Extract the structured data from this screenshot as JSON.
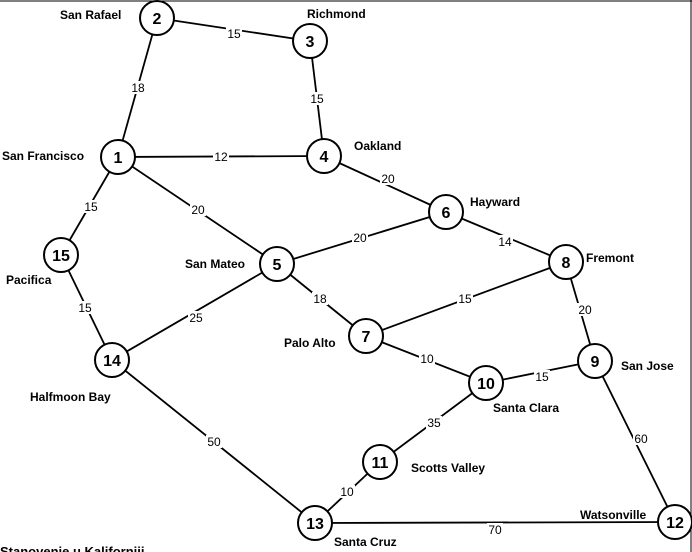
{
  "caption": "Stanovenje u Kaliforniji",
  "colors": {
    "line": "#000000",
    "node_fill": "#ffffff",
    "background": "#ffffff"
  },
  "nodes": [
    {
      "id": "1",
      "label": "San Francisco"
    },
    {
      "id": "2",
      "label": "San Rafael"
    },
    {
      "id": "3",
      "label": "Richmond"
    },
    {
      "id": "4",
      "label": "Oakland"
    },
    {
      "id": "5",
      "label": "San Mateo"
    },
    {
      "id": "6",
      "label": "Hayward"
    },
    {
      "id": "7",
      "label": "Palo Alto"
    },
    {
      "id": "8",
      "label": "Fremont"
    },
    {
      "id": "9",
      "label": "San Jose"
    },
    {
      "id": "10",
      "label": "Santa Clara"
    },
    {
      "id": "11",
      "label": "Scotts Valley"
    },
    {
      "id": "12",
      "label": "Watsonville"
    },
    {
      "id": "13",
      "label": "Santa Cruz"
    },
    {
      "id": "14",
      "label": "Halfmoon Bay"
    },
    {
      "id": "15",
      "label": "Pacifica"
    }
  ],
  "edges": [
    {
      "from": "2",
      "to": "3",
      "weight": "15"
    },
    {
      "from": "2",
      "to": "1",
      "weight": "18"
    },
    {
      "from": "3",
      "to": "4",
      "weight": "15"
    },
    {
      "from": "1",
      "to": "4",
      "weight": "12"
    },
    {
      "from": "1",
      "to": "15",
      "weight": "15"
    },
    {
      "from": "1",
      "to": "5",
      "weight": "20"
    },
    {
      "from": "4",
      "to": "6",
      "weight": "20"
    },
    {
      "from": "5",
      "to": "6",
      "weight": "20"
    },
    {
      "from": "6",
      "to": "8",
      "weight": "14"
    },
    {
      "from": "15",
      "to": "14",
      "weight": "15"
    },
    {
      "from": "5",
      "to": "14",
      "weight": "25"
    },
    {
      "from": "5",
      "to": "7",
      "weight": "18"
    },
    {
      "from": "7",
      "to": "8",
      "weight": "15"
    },
    {
      "from": "8",
      "to": "9",
      "weight": "20"
    },
    {
      "from": "7",
      "to": "10",
      "weight": "10"
    },
    {
      "from": "10",
      "to": "9",
      "weight": "15"
    },
    {
      "from": "9",
      "to": "12",
      "weight": "60"
    },
    {
      "from": "10",
      "to": "11",
      "weight": "35"
    },
    {
      "from": "11",
      "to": "13",
      "weight": "10"
    },
    {
      "from": "14",
      "to": "13",
      "weight": "50"
    },
    {
      "from": "13",
      "to": "12",
      "weight": "70"
    }
  ]
}
